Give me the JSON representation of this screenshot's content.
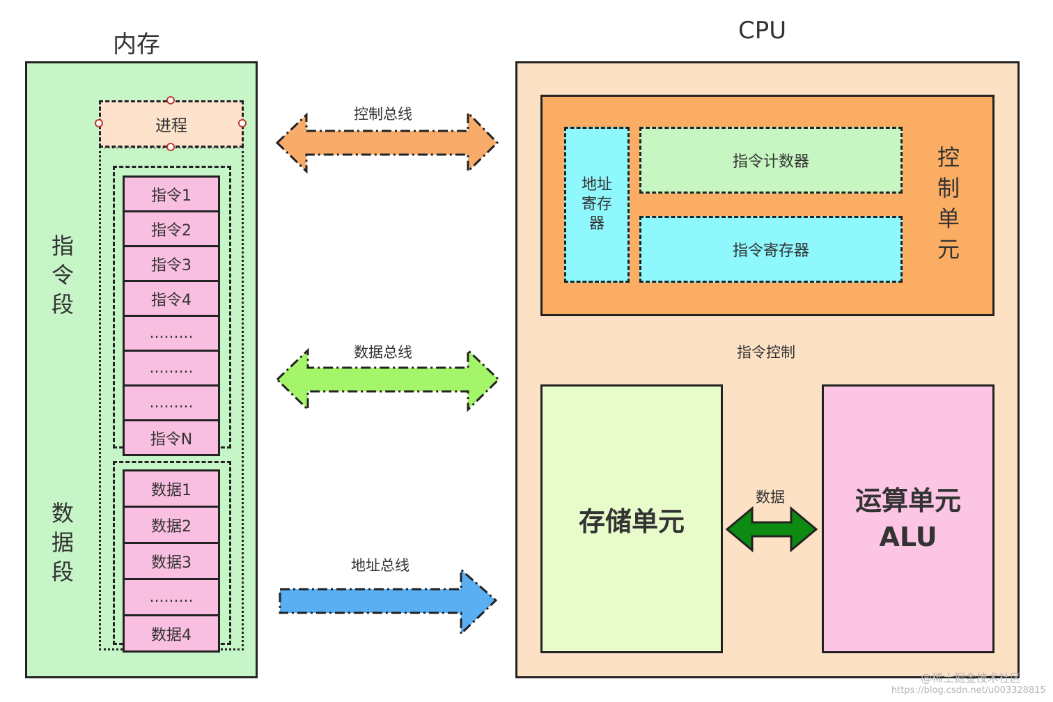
{
  "memory": {
    "title": "内存",
    "process_label": "进程",
    "instruction_segment": [
      "指",
      "令",
      "段"
    ],
    "instructions": [
      "指令1",
      "指令2",
      "指令3",
      "指令4",
      ".........",
      ".........",
      ".........",
      "指令N"
    ],
    "data_segment": [
      "数",
      "据",
      "段"
    ],
    "data_items": [
      "数据1",
      "数据2",
      "数据3",
      ".........",
      "数据4"
    ]
  },
  "buses": {
    "control": "控制总线",
    "data": "数据总线",
    "address": "地址总线"
  },
  "cpu": {
    "title": "CPU",
    "control_unit_label": [
      "控",
      "制",
      "单",
      "元"
    ],
    "address_register": [
      "地址",
      "寄存",
      "器"
    ],
    "program_counter": "指令计数器",
    "instruction_register": "指令寄存器",
    "instruction_control": "指令控制",
    "storage_unit": "存储单元",
    "alu_line1": "运算单元",
    "alu_line2": "ALU",
    "data_label": "数据"
  },
  "colors": {
    "control_bus": "#f9ac6a",
    "data_bus": "#a4f56a",
    "address_bus": "#5aaef2",
    "internal_data": "#0d8a12"
  },
  "watermark": {
    "line1": "@稀土掘金技术社区",
    "line2": "https://blog.csdn.net/u003328815"
  }
}
